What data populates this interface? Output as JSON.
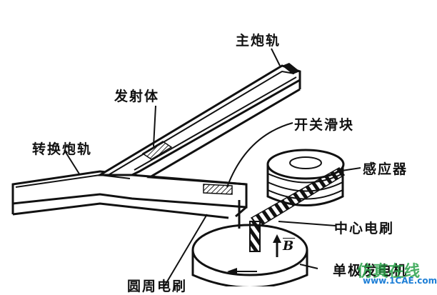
{
  "labels": {
    "main_rail": "主炮轨",
    "projectile": "发射体",
    "switch_rail": "转换炮轨",
    "switch_slider": "开关滑块",
    "inductor": "感应器",
    "center_brush": "中心电刷",
    "magnetic_field": "B",
    "unipolar_generator": "单极发电机",
    "bottom_cut_label": "圆周电刷"
  },
  "watermark": {
    "text": "www.1CAE.com",
    "site_cn": "仿真在线"
  },
  "colors": {
    "ink": "#111111",
    "hatch": "#333333",
    "watermark_blue": "#1e7fd6",
    "watermark_green": "#2aa24a"
  }
}
